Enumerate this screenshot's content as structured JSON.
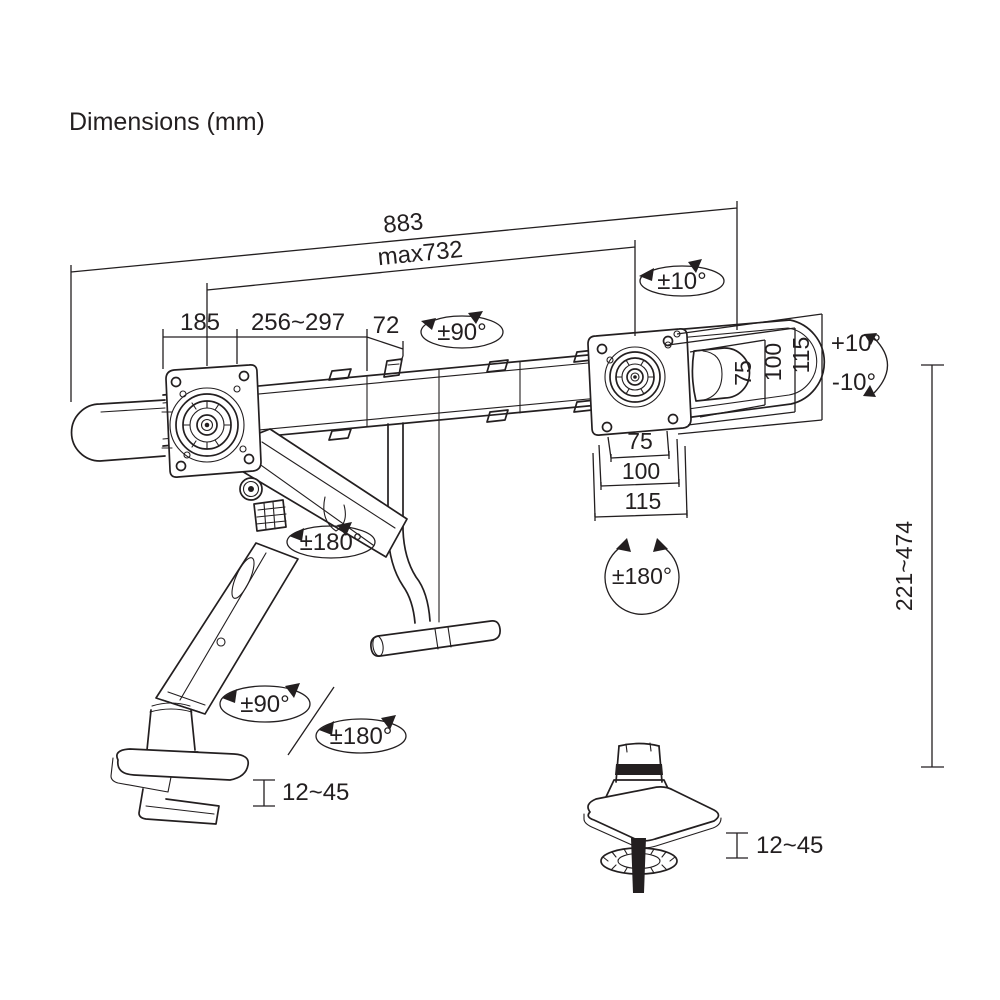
{
  "title": "Dimensions (mm)",
  "colors": {
    "ink": "#231f20",
    "background": "#ffffff"
  },
  "labels": {
    "overall_width": "883",
    "max_span": "max732",
    "vesa_offset": "185",
    "arm_reach": "256~297",
    "center_width": "72",
    "crossbar_tilt": "±10°",
    "head_swivel": "±90°",
    "tilt_up": "+10°",
    "tilt_down": "-10°",
    "vesa_right_v75": "75",
    "vesa_right_v100": "100",
    "vesa_right_v115": "115",
    "vesa_right_h75": "75",
    "vesa_right_h100": "100",
    "vesa_right_h115": "115",
    "screen_rotation": "±180°",
    "arm_rotation": "±180°",
    "base_swivel": "±90°",
    "base_rotation": "±180°",
    "desk_thickness_left": "12~45",
    "desk_thickness_right": "12~45",
    "height_range": "221~474"
  }
}
